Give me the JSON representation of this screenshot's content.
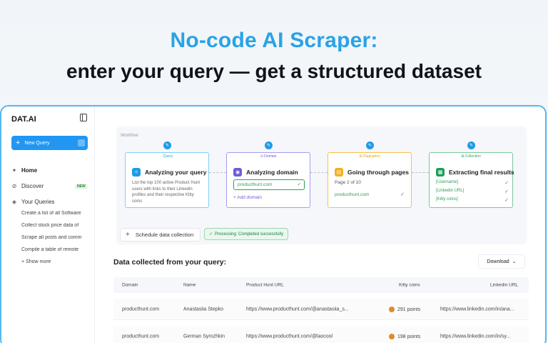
{
  "hero": {
    "line1": "No-code AI Scraper:",
    "line2": "enter your query — get a structured dataset"
  },
  "sidebar": {
    "brand": "DAT.AI",
    "new_query": "New Query",
    "home": "Home",
    "discover": "Discover",
    "new_badge": "NEW",
    "your_queries": "Your Queries",
    "queries": [
      "Create a list of all Software",
      "Collect stock price data of",
      "Scrape all posts and comm",
      "Compile a table of remote"
    ],
    "show_more": "+ Show more"
  },
  "workflow": {
    "label": "Workflow",
    "query": {
      "tag": "· Query",
      "title": "Analyzing your query",
      "text": "List the top 100 active Product Hunt users with links to their Linkedin profiles and their respective Kitty coins"
    },
    "domain": {
      "tag": "⊙ Domain",
      "title": "Analyzing domain",
      "input": "producthunt.com",
      "add": "+ Add domain"
    },
    "pagination": {
      "tag": "⊞ Pagination",
      "title": "Going through pages",
      "page": "Page 2 of 10",
      "url": "producthunt.com"
    },
    "collection": {
      "tag": "⊞ Collection",
      "title": "Extracting final results",
      "items": [
        "[Username]",
        "[Linkedin URL]",
        "[Kitty coins]"
      ]
    }
  },
  "actions": {
    "schedule": "Schedule data collection",
    "status": "Processing: Completed successfully"
  },
  "data": {
    "title": "Data collected from your query:",
    "download": "Download",
    "headers": {
      "domain": "Domain",
      "name": "Name",
      "ph_url": "Product Hunt URL",
      "coins": "Kitty coins",
      "linkedin": "Linkedin URL"
    },
    "rows": [
      {
        "domain": "producthunt.com",
        "name": "Anastasiia Stepko",
        "ph_url": "https://www.producthunt.com/@anastasiia_s...",
        "coins": "291 points",
        "linkedin": "https://www.linkedin.com/in/ana..."
      },
      {
        "domain": "producthunt.com",
        "name": "German Syrozhkin",
        "ph_url": "https://www.producthunt.com/@laocool",
        "coins": "198 points",
        "linkedin": "https://www.linkedin.com/in/sy..."
      }
    ]
  },
  "colors": {
    "accent": "#2aa2e6",
    "primary_button": "#2196f3",
    "success": "#2e9e5b"
  }
}
